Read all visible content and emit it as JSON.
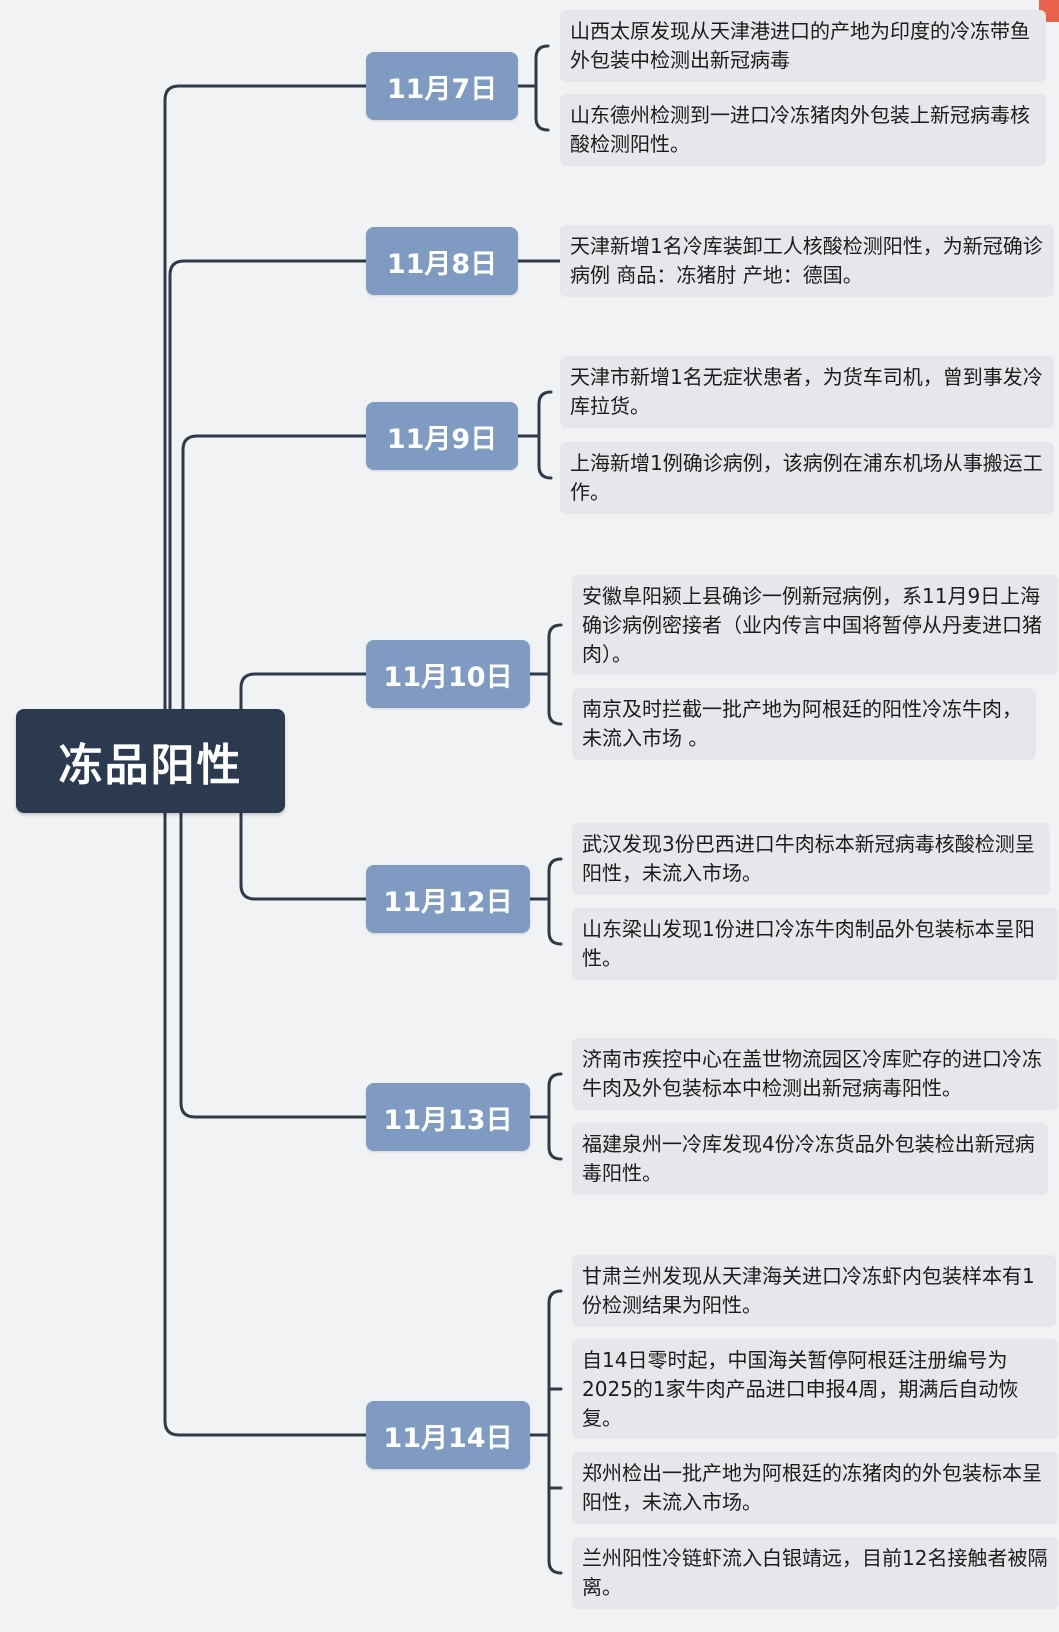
{
  "root": {
    "label": "冻品阳性"
  },
  "branches": [
    {
      "date": "11月7日",
      "items": [
        "山西太原发现从天津港进口的产地为印度的冷冻带鱼外包装中检测出新冠病毒",
        "山东德州检测到一进口冷冻猪肉外包装上新冠病毒核酸检测阳性。"
      ]
    },
    {
      "date": "11月8日",
      "items": [
        "天津新增1名冷库装卸工人核酸检测阳性，为新冠确诊病例 商品：冻猪肘 产地：德国。"
      ]
    },
    {
      "date": "11月9日",
      "items": [
        "天津市新增1名无症状患者，为货车司机，曾到事发冷库拉货。",
        "上海新增1例确诊病例，该病例在浦东机场从事搬运工作。"
      ]
    },
    {
      "date": "11月10日",
      "items": [
        "安徽阜阳颍上县确诊一例新冠病例，系11月9日上海确诊病例密接者（业内传言中国将暂停从丹麦进口猪肉）。",
        "南京及时拦截一批产地为阿根廷的阳性冷冻牛肉，未流入市场 。"
      ]
    },
    {
      "date": "11月12日",
      "items": [
        "武汉发现3份巴西进口牛肉标本新冠病毒核酸检测呈阳性，未流入市场。",
        "山东梁山发现1份进口冷冻牛肉制品外包装标本呈阳性。"
      ]
    },
    {
      "date": "11月13日",
      "items": [
        "济南市疾控中心在盖世物流园区冷库贮存的进口冷冻牛肉及外包装标本中检测出新冠病毒阳性。",
        "福建泉州一冷库发现4份冷冻货品外包装检出新冠病毒阳性。"
      ]
    },
    {
      "date": "11月14日",
      "items": [
        "甘肃兰州发现从天津海关进口冷冻虾内包装样本有1份检测结果为阳性。",
        "自14日零时起，中国海关暂停阿根廷注册编号为2025的1家牛肉产品进口申报4周，期满后自动恢复。",
        "郑州检出一批产地为阿根廷的冻猪肉的外包装标本呈阳性，未流入市场。",
        "兰州阳性冷链虾流入白银靖远，目前12名接触者被隔离。"
      ]
    }
  ],
  "colors": {
    "root_bg": "#2c3a50",
    "date_bg": "#7f9bc2",
    "leaf_bg": "#e6e7ea",
    "connector": "#2e3a48",
    "corner_badge": "#e8624b"
  }
}
